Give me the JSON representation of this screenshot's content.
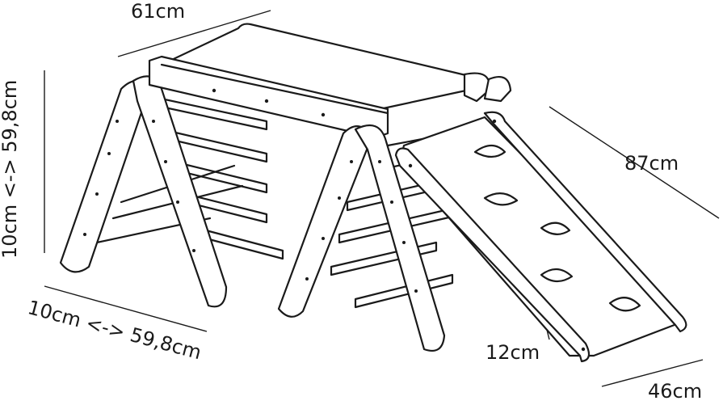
{
  "diagram": {
    "dimensions": {
      "top_width": "61cm",
      "height": "10cm <-> 59,8cm",
      "depth": "10cm <-> 59,8cm",
      "ramp_length": "87cm",
      "ramp_height": "12cm",
      "ramp_width": "46cm"
    },
    "colors": {
      "stroke": "#1a1a1a",
      "fill": "#ffffff"
    }
  }
}
